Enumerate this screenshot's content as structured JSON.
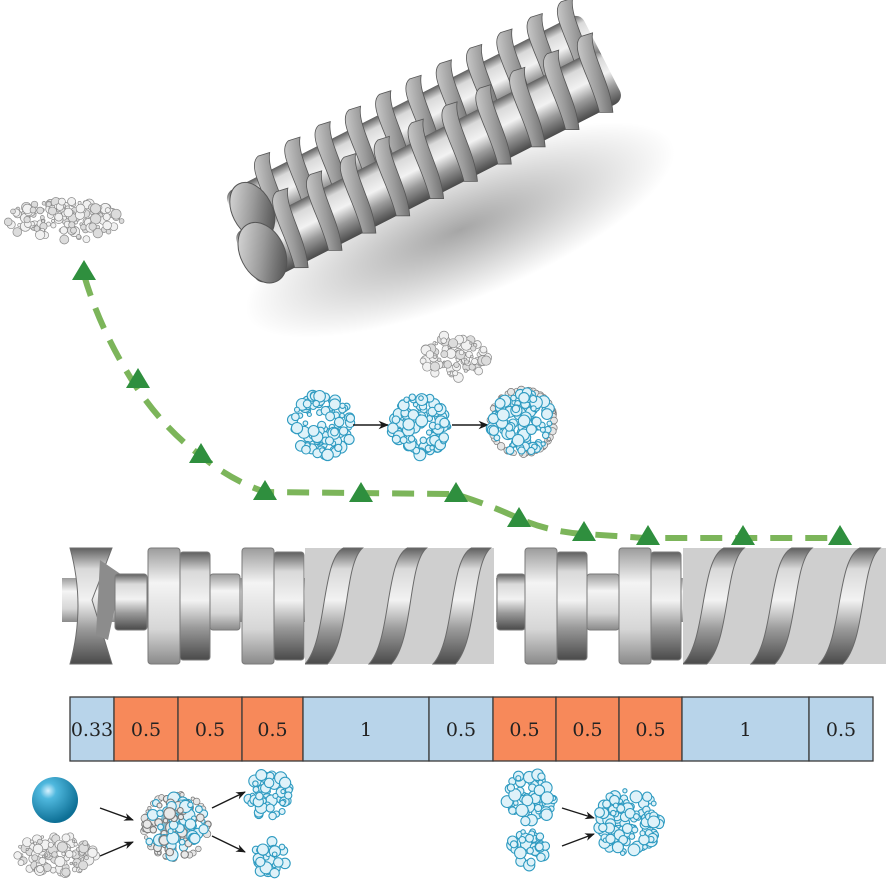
{
  "colors": {
    "conveying": "#b8d4ea",
    "kneading": "#f7895a",
    "cell_border": "#3a3a3a",
    "flow_line": "#7cb55a",
    "flow_marker": "#2f8f3e",
    "granule_blue": "#2f9bc1",
    "powder_gray": "#b9b9b9",
    "steel": "#a7a7a7"
  },
  "screw_elements": [
    {
      "label": "0.33",
      "kind": "conveying"
    },
    {
      "label": "0.5",
      "kind": "kneading"
    },
    {
      "label": "0.5",
      "kind": "kneading"
    },
    {
      "label": "0.5",
      "kind": "kneading"
    },
    {
      "label": "1",
      "kind": "conveying"
    },
    {
      "label": "0.5",
      "kind": "conveying"
    },
    {
      "label": "0.5",
      "kind": "kneading"
    },
    {
      "label": "0.5",
      "kind": "kneading"
    },
    {
      "label": "0.5",
      "kind": "kneading"
    },
    {
      "label": "1",
      "kind": "conveying"
    },
    {
      "label": "0.5",
      "kind": "conveying"
    }
  ],
  "icons": {
    "screw_pair": "twin-screw-3d-icon",
    "screw_side": "screw-profile-icon",
    "powder": "powder-cloud-icon",
    "granule": "granule-icon",
    "droplet": "liquid-droplet-icon",
    "arrow": "arrow-icon"
  }
}
